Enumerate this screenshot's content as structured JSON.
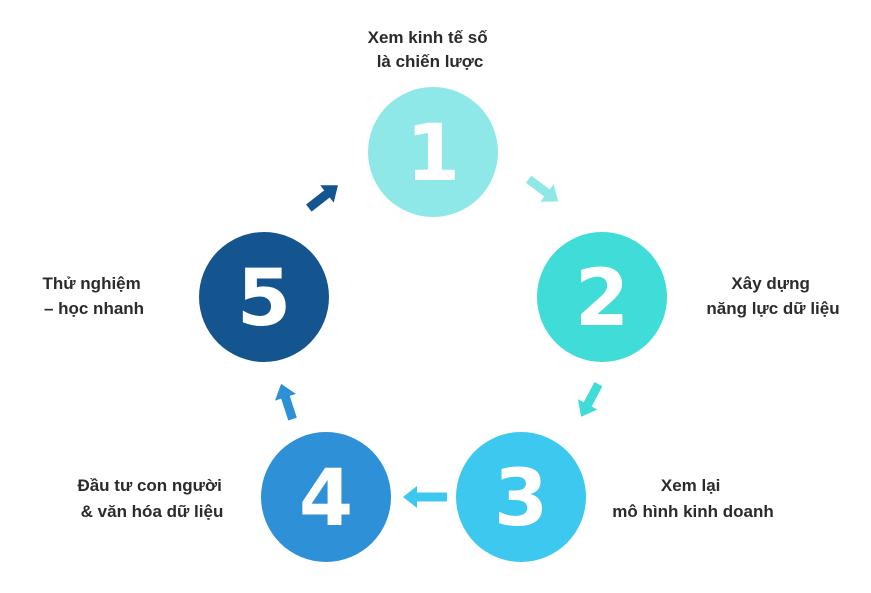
{
  "steps": [
    {
      "number": "1",
      "color": "#8ee8e8",
      "label_lines": [
        "Xem kinh tế số",
        "là chiến lược"
      ]
    },
    {
      "number": "2",
      "color": "#3fdcd8",
      "label_lines": [
        "Xây dựng",
        "năng lực dữ liệu"
      ]
    },
    {
      "number": "3",
      "color": "#3cc8ef",
      "label_lines": [
        "Xem lại",
        "mô hình kinh doanh"
      ]
    },
    {
      "number": "4",
      "color": "#2e90d6",
      "label_lines": [
        "Đầu tư con người",
        "& văn hóa dữ liệu"
      ]
    },
    {
      "number": "5",
      "color": "#15558f",
      "label_lines": [
        "Thử nghiệm",
        "– học nhanh"
      ]
    }
  ],
  "arrows": [
    {
      "from": "1",
      "to": "2",
      "color": "#8ee8e8",
      "icon": "arrow-icon"
    },
    {
      "from": "2",
      "to": "3",
      "color": "#3fdcd8",
      "icon": "arrow-icon"
    },
    {
      "from": "3",
      "to": "4",
      "color": "#3cc8ef",
      "icon": "arrow-icon"
    },
    {
      "from": "4",
      "to": "5",
      "color": "#2e90d6",
      "icon": "arrow-icon"
    },
    {
      "from": "5",
      "to": "1",
      "color": "#15558f",
      "icon": "arrow-icon"
    }
  ]
}
